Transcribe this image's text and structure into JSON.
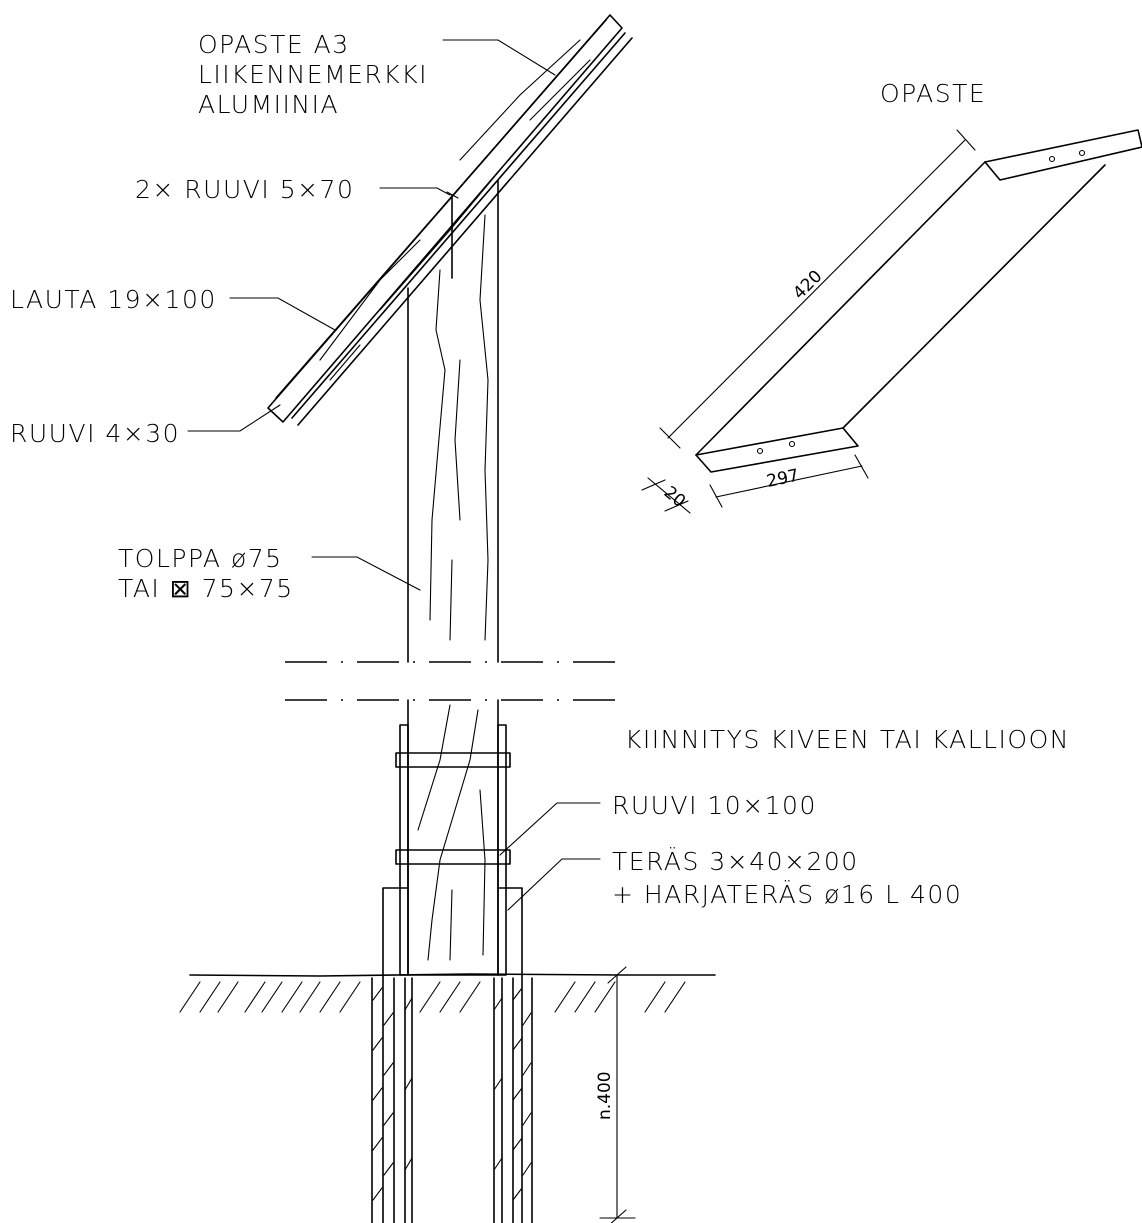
{
  "labels": {
    "sign_line1": "OPASTE A3",
    "sign_line2": "LIIKENNEMERKKI",
    "sign_line3": "ALUMIINIA",
    "screw_small": "2× RUUVI 5×70",
    "board": "LAUTA 19×100",
    "screw_board": "RUUVI 4×30",
    "post_line1": "TOLPPA ø75",
    "post_line2": "TAI ⊠ 75×75",
    "detail_title": "OPASTE",
    "anchoring_title": "KIINNITYS KIVEEN TAI KALLIOON",
    "bolt": "RUUVI 10×100",
    "steel_line1": "TERÄS 3×40×200",
    "steel_line2": "+ HARJATERÄS ø16 L 400"
  },
  "dimensions": {
    "sign_length": "420",
    "sign_width": "297",
    "sign_depth": "20",
    "embed_depth": "n.400"
  }
}
